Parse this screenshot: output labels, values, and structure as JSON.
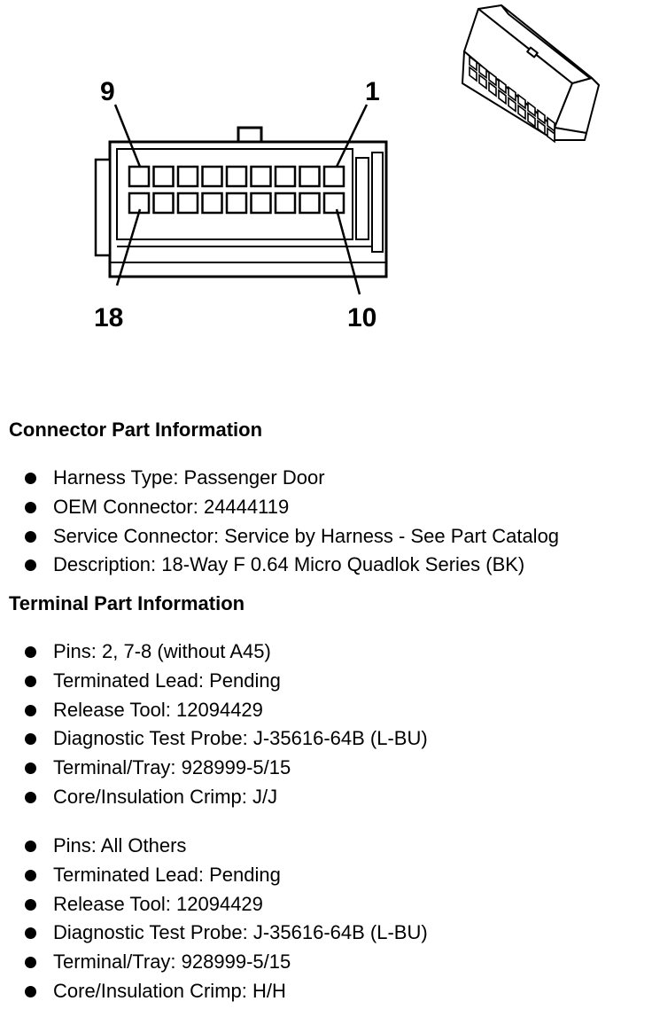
{
  "diagram": {
    "pin_labels": {
      "top_left": "9",
      "top_right": "1",
      "bottom_left": "18",
      "bottom_right": "10"
    }
  },
  "connector_section": {
    "title": "Connector Part Information",
    "items": [
      "Harness Type: Passenger Door",
      "OEM Connector: 24444119",
      "Service Connector: Service by Harness - See Part Catalog",
      "Description: 18-Way F 0.64 Micro Quadlok Series (BK)"
    ]
  },
  "terminal_section": {
    "title": "Terminal Part Information",
    "group_1": [
      "Pins: 2, 7-8 (without A45)",
      "Terminated Lead: Pending",
      "Release Tool: 12094429",
      "Diagnostic Test Probe: J-35616-64B (L-BU)",
      "Terminal/Tray: 928999-5/15",
      "Core/Insulation Crimp: J/J"
    ],
    "group_2": [
      "Pins: All Others",
      "Terminated Lead: Pending",
      "Release Tool: 12094429",
      "Diagnostic Test Probe: J-35616-64B (L-BU)",
      "Terminal/Tray: 928999-5/15",
      "Core/Insulation Crimp: H/H"
    ]
  }
}
